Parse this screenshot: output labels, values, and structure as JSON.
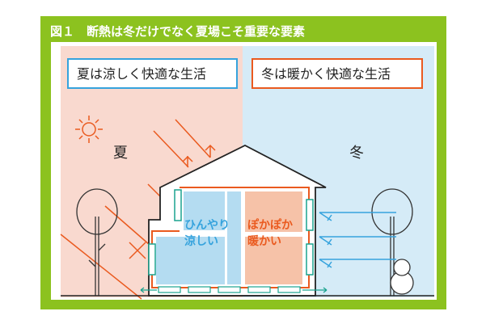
{
  "figure": {
    "title": "図１　断熱は冬だけでなく夏場こそ重要な要素",
    "summer_caption": "夏は涼しく快適な生活",
    "winter_caption": "冬は暖かく快適な生活",
    "summer_label": "夏",
    "winter_label": "冬",
    "cool_line1": "ひんやり",
    "cool_line2": "涼しい",
    "warm_line1": "ぽかぽか",
    "warm_line2": "暖かい"
  },
  "colors": {
    "frame": "#8cc21f",
    "summer_bg": "#f9d9cf",
    "winter_bg": "#d5ebf7",
    "orange": "#ea5a1f",
    "blue": "#36a3dd",
    "teal": "#1aa38f",
    "cool_room": "#b4dcf1",
    "warm_room": "#f6c2a8"
  }
}
